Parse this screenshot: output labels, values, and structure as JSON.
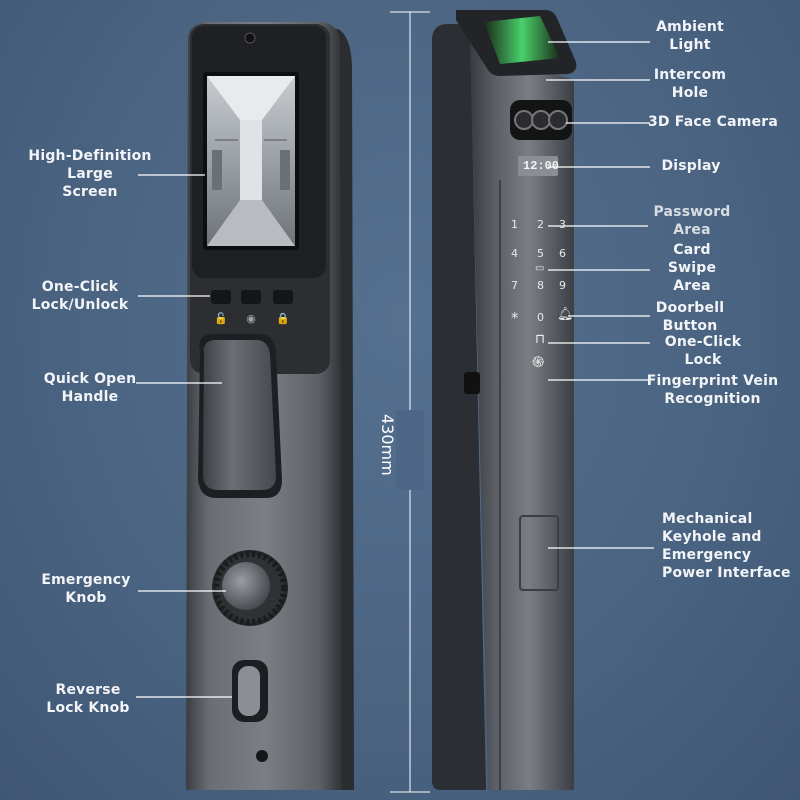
{
  "dimension": {
    "height_label": "430mm"
  },
  "left_callouts": [
    {
      "id": "screen",
      "text": "High-Definition\nLarge\nScreen"
    },
    {
      "id": "one-click-left",
      "text": "One-Click\nLock/Unlock"
    },
    {
      "id": "handle",
      "text": "Quick Open\nHandle"
    },
    {
      "id": "emergency-knob",
      "text": "Emergency\nKnob"
    },
    {
      "id": "reverse-knob",
      "text": "Reverse\nLock Knob"
    }
  ],
  "right_callouts": [
    {
      "id": "ambient",
      "text": "Ambient\nLight"
    },
    {
      "id": "intercom",
      "text": "Intercom\nHole"
    },
    {
      "id": "camera",
      "text": "3D Face Camera"
    },
    {
      "id": "display",
      "text": "Display"
    },
    {
      "id": "password",
      "text": "Password\nArea"
    },
    {
      "id": "card",
      "text": "Card\nSwipe\nArea"
    },
    {
      "id": "doorbell",
      "text": "Doorbell\nButton"
    },
    {
      "id": "one-click-right",
      "text": "One-Click\nLock"
    },
    {
      "id": "finger",
      "text": "Fingerprint Vein\nRecognition"
    },
    {
      "id": "keyhole",
      "text": "Mechanical\nKeyhole and\nEmergency\nPower Interface"
    }
  ],
  "display_time": "12:00",
  "keypad": [
    "1",
    "2",
    "3",
    "4",
    "5",
    "6",
    "7",
    "8",
    "9",
    "*",
    "0"
  ]
}
